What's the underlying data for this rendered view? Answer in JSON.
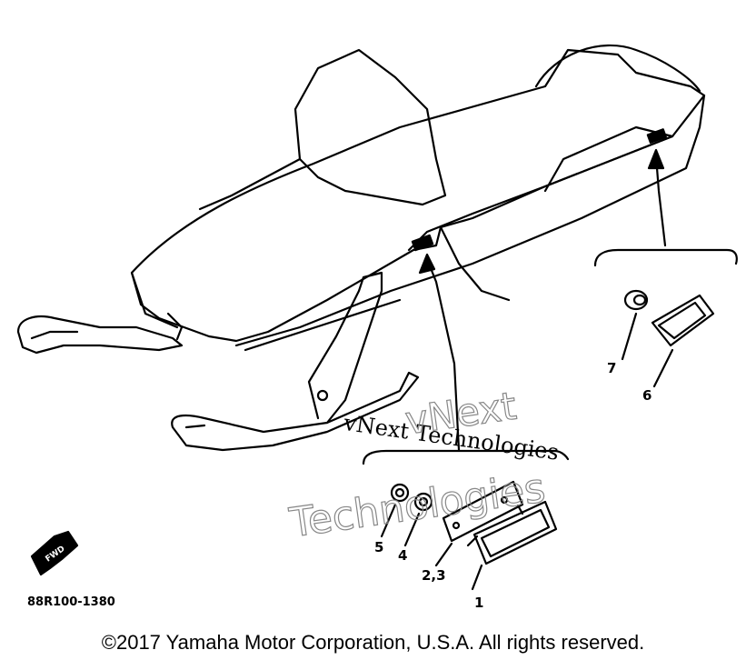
{
  "diagram": {
    "part_code": "88R100-1380",
    "fwd_label": "FWD",
    "callouts": {
      "c1": "1",
      "c23": "2,3",
      "c4": "4",
      "c5": "5",
      "c6": "6",
      "c7": "7"
    },
    "watermark": {
      "line1": "vNext Technologies",
      "line2": "vNext",
      "line3": "Technologies"
    }
  },
  "copyright": "©2017 Yamaha Motor Corporation, U.S.A. All rights reserved."
}
